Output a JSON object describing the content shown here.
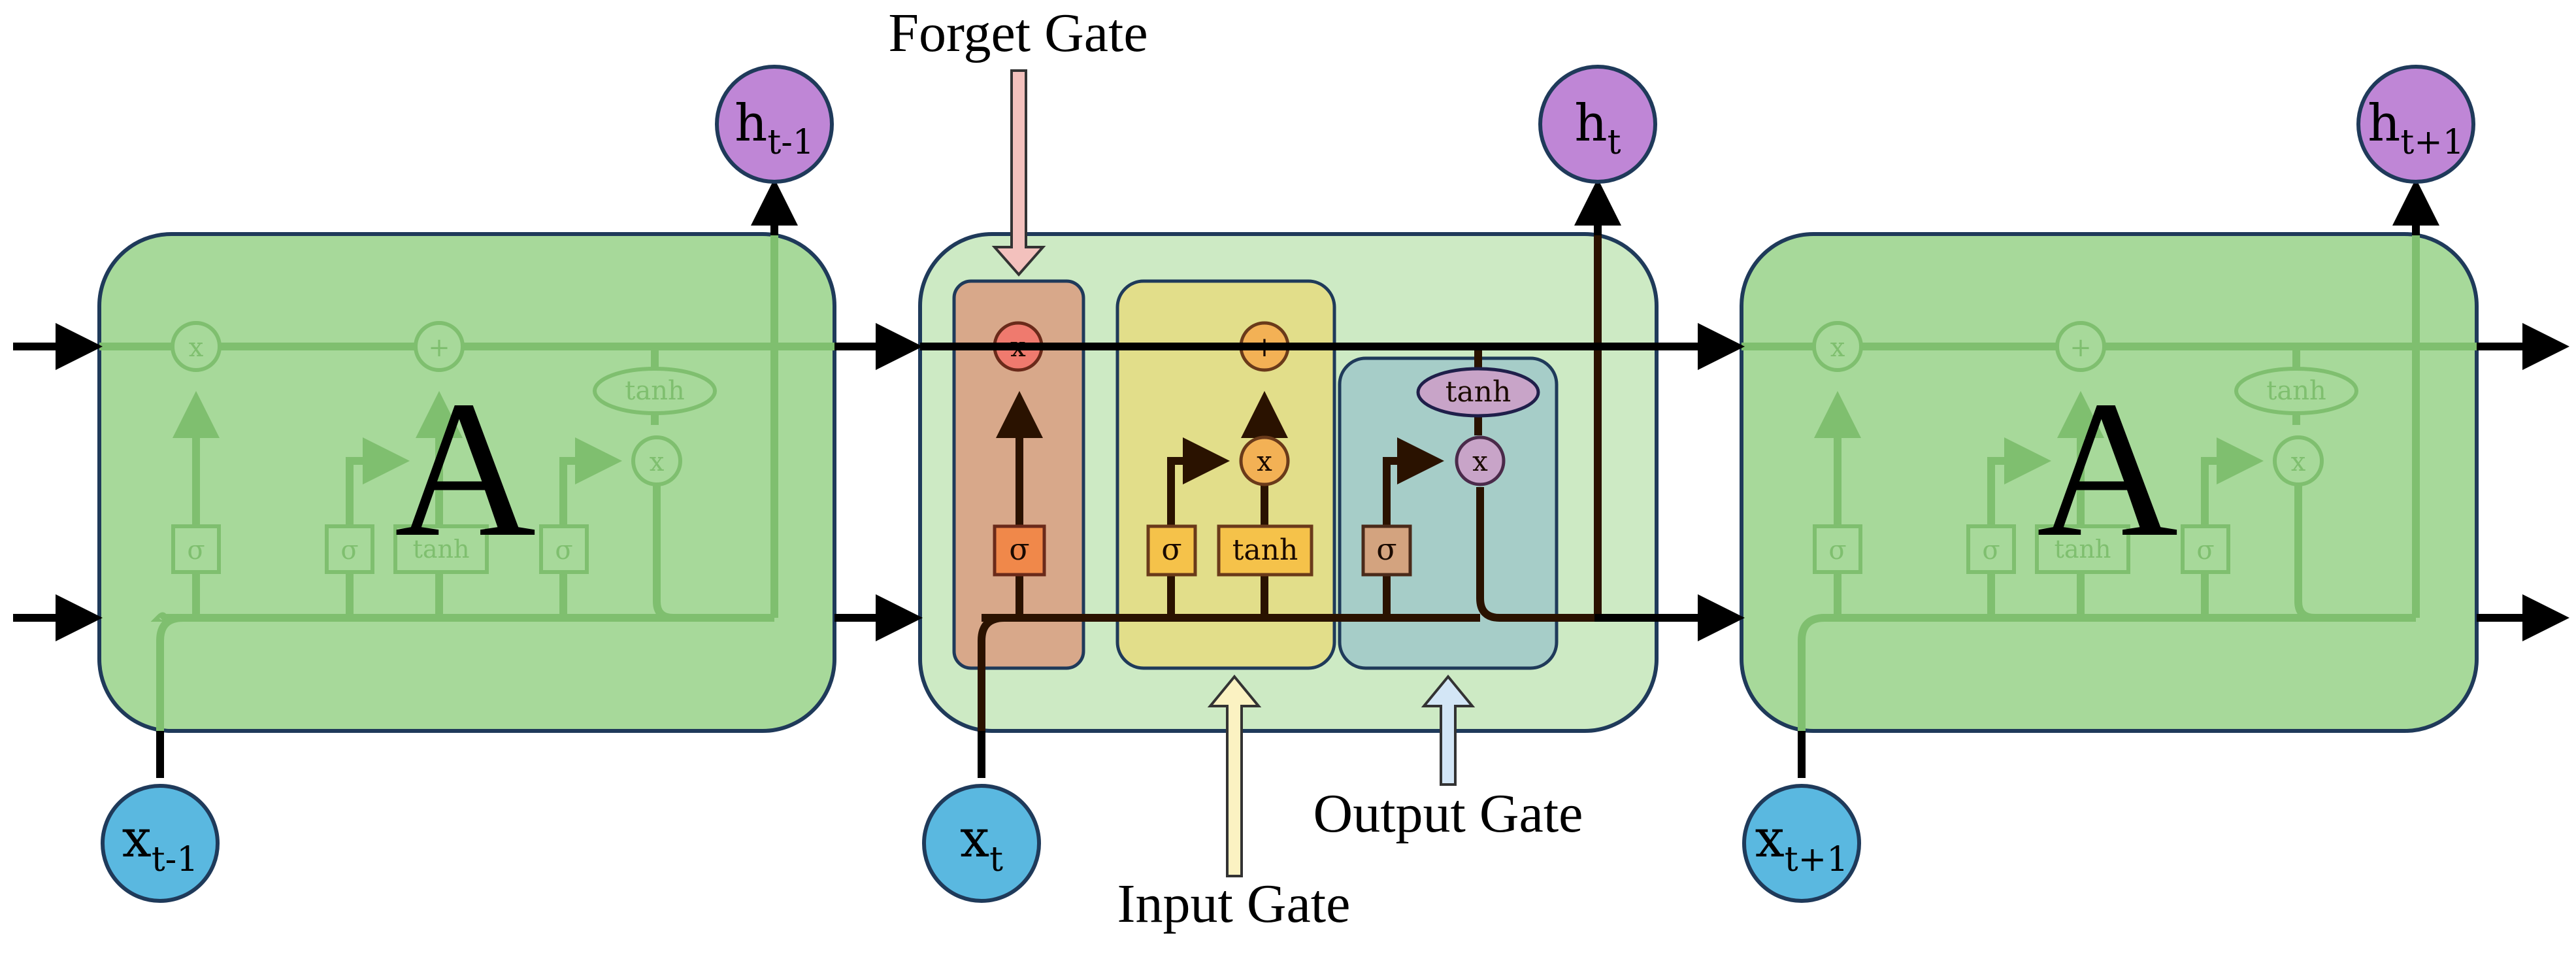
{
  "labels": {
    "forget_gate": "Forget Gate",
    "input_gate": "Input Gate",
    "output_gate": "Output Gate"
  },
  "cells": {
    "left": "A",
    "right": "A"
  },
  "ops": {
    "multiply": "x",
    "add": "+",
    "sigma": "σ",
    "tanh": "tanh"
  },
  "outputs": [
    {
      "base": "h",
      "sub": "t-1"
    },
    {
      "base": "h",
      "sub": "t"
    },
    {
      "base": "h",
      "sub": "t+1"
    }
  ],
  "inputs": [
    {
      "base": "x",
      "sub": "t-1"
    },
    {
      "base": "x",
      "sub": "t"
    },
    {
      "base": "x",
      "sub": "t+1"
    }
  ],
  "colors": {
    "cell_green": "#a7d99a",
    "cell_outline": "#1f3a5a",
    "center_cell": "#cdeac4",
    "forget_region": "#d8a88a",
    "input_region": "#e2de8a",
    "output_region": "#a6cdc8",
    "sigma_forget": "#f0884a",
    "sigma_input": "#f5c24a",
    "sigma_output": "#d3a37f",
    "output_node": "#bf86d6",
    "input_node": "#5ab8e0",
    "forget_arrow": "#f3c1bd",
    "input_arrow": "#fbf2c2",
    "output_arrow": "#d3e6f6"
  }
}
